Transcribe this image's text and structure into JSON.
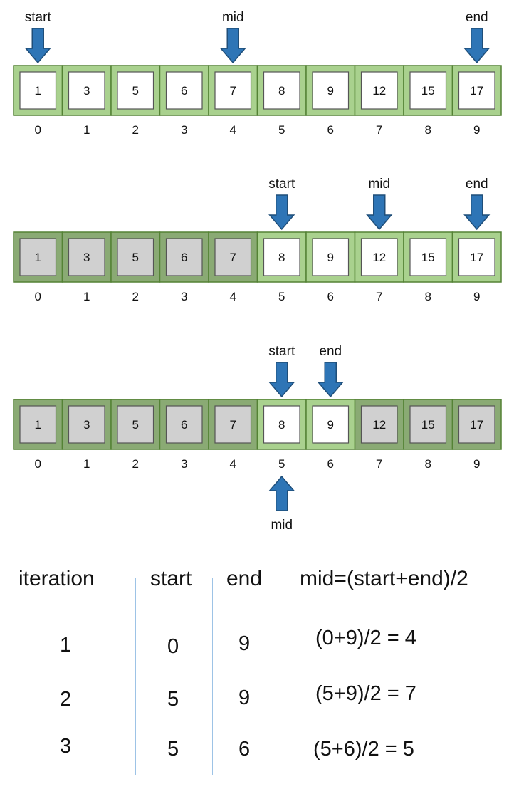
{
  "colors": {
    "active_outer": "#a9d18e",
    "active_border": "#548235",
    "discarded_outer": "#8aaa74",
    "discarded_inner": "#d0d0d0",
    "inner_white": "#ffffff",
    "arrow_fill": "#2e75b6",
    "arrow_stroke": "#1f4e79",
    "table_lines": "#9dc3e6"
  },
  "arrays": [
    {
      "values": [
        "1",
        "3",
        "5",
        "6",
        "7",
        "8",
        "9",
        "12",
        "15",
        "17"
      ],
      "indices": [
        "0",
        "1",
        "2",
        "3",
        "4",
        "5",
        "6",
        "7",
        "8",
        "9"
      ],
      "active": [
        true,
        true,
        true,
        true,
        true,
        true,
        true,
        true,
        true,
        true
      ],
      "pointers": [
        {
          "label": "start",
          "index": 0,
          "direction": "down"
        },
        {
          "label": "mid",
          "index": 4,
          "direction": "down"
        },
        {
          "label": "end",
          "index": 9,
          "direction": "down"
        }
      ]
    },
    {
      "values": [
        "1",
        "3",
        "5",
        "6",
        "7",
        "8",
        "9",
        "12",
        "15",
        "17"
      ],
      "indices": [
        "0",
        "1",
        "2",
        "3",
        "4",
        "5",
        "6",
        "7",
        "8",
        "9"
      ],
      "active": [
        false,
        false,
        false,
        false,
        false,
        true,
        true,
        true,
        true,
        true
      ],
      "pointers": [
        {
          "label": "start",
          "index": 5,
          "direction": "down"
        },
        {
          "label": "mid",
          "index": 7,
          "direction": "down"
        },
        {
          "label": "end",
          "index": 9,
          "direction": "down"
        }
      ]
    },
    {
      "values": [
        "1",
        "3",
        "5",
        "6",
        "7",
        "8",
        "9",
        "12",
        "15",
        "17"
      ],
      "indices": [
        "0",
        "1",
        "2",
        "3",
        "4",
        "5",
        "6",
        "7",
        "8",
        "9"
      ],
      "active": [
        false,
        false,
        false,
        false,
        false,
        true,
        true,
        false,
        false,
        false
      ],
      "pointers": [
        {
          "label": "start",
          "index": 5,
          "direction": "down"
        },
        {
          "label": "end",
          "index": 6,
          "direction": "down"
        },
        {
          "label": "mid",
          "index": 5,
          "direction": "up"
        }
      ]
    }
  ],
  "table": {
    "headers": [
      "iteration",
      "start",
      "end",
      "mid=(start+end)/2"
    ],
    "rows": [
      [
        "1",
        "0",
        "9",
        "(0+9)/2 = 4"
      ],
      [
        "2",
        "5",
        "9",
        "(5+9)/2 = 7"
      ],
      [
        "3",
        "5",
        "6",
        "(5+6)/2 = 5"
      ]
    ]
  }
}
